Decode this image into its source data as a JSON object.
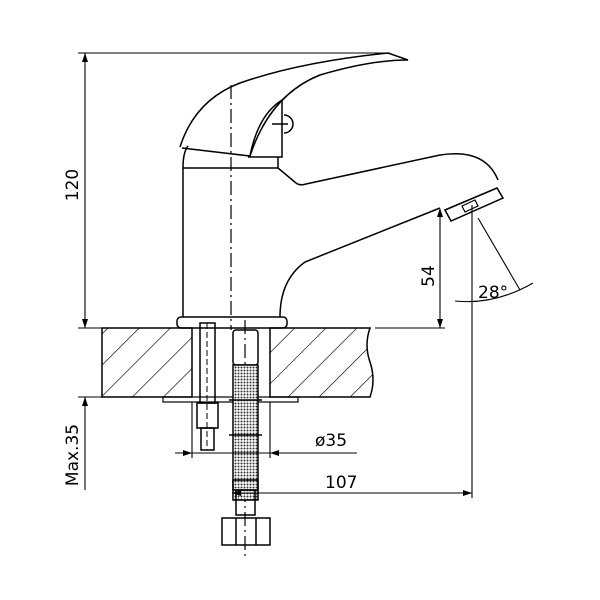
{
  "drawing": {
    "title": "Basin faucet dimension drawing",
    "dimensions": {
      "height": "120",
      "spout_height": "54",
      "spout_angle": "28°",
      "max_counter_thickness": "Max.35",
      "hole_diameter": "ø35",
      "reach": "107"
    },
    "colors": {
      "line": "#000000",
      "background": "#ffffff",
      "mesh": "#333333"
    }
  }
}
